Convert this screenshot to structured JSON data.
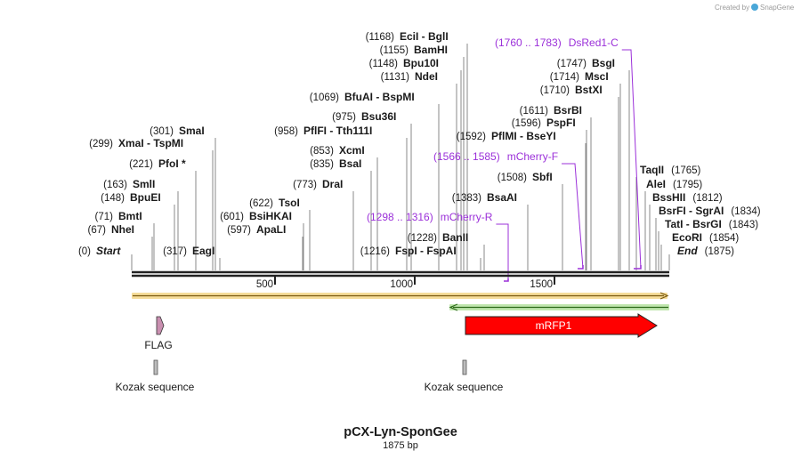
{
  "credit": {
    "text": "Created by",
    "brand": "SnapGene"
  },
  "map": {
    "title": "pCX-Lyn-SponGee",
    "length_label": "1875 bp",
    "total_bp": 1875,
    "ticks": [
      500,
      1000,
      1500
    ],
    "tick_labels": [
      "500",
      "1000",
      "1500"
    ]
  },
  "sites": [
    {
      "pos": "(0)",
      "name": "Start",
      "bp": 0,
      "ends": true
    },
    {
      "pos": "(67)",
      "name": "NheI",
      "bp": 67
    },
    {
      "pos": "(71)",
      "name": "BmtI",
      "bp": 71
    },
    {
      "pos": "(148)",
      "name": "BpuEI",
      "bp": 148
    },
    {
      "pos": "(163)",
      "name": "SmlI",
      "bp": 163
    },
    {
      "pos": "(221)",
      "name": "PfoI *",
      "bp": 221
    },
    {
      "pos": "(299)",
      "name": "XmaI  -  TspMI",
      "bp": 299
    },
    {
      "pos": "(301)",
      "name": "SmaI",
      "bp": 301
    },
    {
      "pos": "(317)",
      "name": "EagI",
      "bp": 317
    },
    {
      "pos": "(597)",
      "name": "ApaLI",
      "bp": 597
    },
    {
      "pos": "(601)",
      "name": "BsiHKAI",
      "bp": 601
    },
    {
      "pos": "(622)",
      "name": "TsoI",
      "bp": 622
    },
    {
      "pos": "(773)",
      "name": "DraI",
      "bp": 773
    },
    {
      "pos": "(835)",
      "name": "BsaI",
      "bp": 835
    },
    {
      "pos": "(853)",
      "name": "XcmI",
      "bp": 853
    },
    {
      "pos": "(958)",
      "name": "PflFI  -  Tth111I",
      "bp": 958
    },
    {
      "pos": "(975)",
      "name": "Bsu36I",
      "bp": 975
    },
    {
      "pos": "(1069)",
      "name": "BfuAI  -  BspMI",
      "bp": 1069
    },
    {
      "pos": "(1131)",
      "name": "NdeI",
      "bp": 1131
    },
    {
      "pos": "(1148)",
      "name": "Bpu10I",
      "bp": 1148
    },
    {
      "pos": "(1155)",
      "name": "BamHI",
      "bp": 1155
    },
    {
      "pos": "(1168)",
      "name": "EciI  -  BglI",
      "bp": 1168
    },
    {
      "pos": "(1216)",
      "name": "FspI  -  FspAI",
      "bp": 1216
    },
    {
      "pos": "(1228)",
      "name": "BanII",
      "bp": 1228
    },
    {
      "pos": "(1383)",
      "name": "BsaAI",
      "bp": 1383
    },
    {
      "pos": "(1508)",
      "name": "SbfI",
      "bp": 1508
    },
    {
      "pos": "(1592)",
      "name": "PflMI  -  BseYI",
      "bp": 1592
    },
    {
      "pos": "(1596)",
      "name": "PspFI",
      "bp": 1596
    },
    {
      "pos": "(1611)",
      "name": "BsrBI",
      "bp": 1611
    },
    {
      "pos": "(1710)",
      "name": "BstXI",
      "bp": 1710
    },
    {
      "pos": "(1714)",
      "name": "MscI",
      "bp": 1714
    },
    {
      "pos": "(1747)",
      "name": "BsgI",
      "bp": 1747
    },
    {
      "pos": "(1765)",
      "name": "TaqII",
      "bp": 1765
    },
    {
      "pos": "(1795)",
      "name": "AleI",
      "bp": 1795
    },
    {
      "pos": "(1812)",
      "name": "BssHII",
      "bp": 1812
    },
    {
      "pos": "(1834)",
      "name": "BsrFI  -  SgrAI",
      "bp": 1834
    },
    {
      "pos": "(1843)",
      "name": "TatI  -  BsrGI",
      "bp": 1843
    },
    {
      "pos": "(1854)",
      "name": "EcoRI",
      "bp": 1854
    },
    {
      "pos": "(1875)",
      "name": "End",
      "bp": 1875,
      "ends": true
    }
  ],
  "primers": [
    {
      "range": "(1298 .. 1316)",
      "name": "mCherry-R",
      "start": 1298,
      "end": 1316,
      "strand": "reverse"
    },
    {
      "range": "(1566 .. 1585)",
      "name": "mCherry-F",
      "start": 1566,
      "end": 1585,
      "strand": "forward"
    },
    {
      "range": "(1760 .. 1783)",
      "name": "DsRed1-C",
      "start": 1760,
      "end": 1783,
      "strand": "forward"
    }
  ],
  "features": [
    {
      "name": "FLAG",
      "start": 89,
      "end": 112,
      "kind": "tag",
      "color": "#c98fb0"
    },
    {
      "name": "Kozak sequence",
      "start": 81,
      "end": 90,
      "kind": "regulatory",
      "color": "#bdbdbd"
    },
    {
      "name": "Kozak sequence",
      "start": 1167,
      "end": 1176,
      "kind": "regulatory",
      "color": "#bdbdbd"
    },
    {
      "name": "mRFP1",
      "start": 1172,
      "end": 1849,
      "kind": "cds",
      "color": "#ff0000"
    }
  ],
  "ranges": [
    {
      "start": 0,
      "end": 1875,
      "color": "#e6a817",
      "direction": "forward"
    },
    {
      "start": 1115,
      "end": 1875,
      "color": "#3a9d23",
      "direction": "reverse"
    }
  ],
  "colors": {
    "primer": "#9b30d9",
    "backbone": "#222222",
    "line": "#888888"
  }
}
